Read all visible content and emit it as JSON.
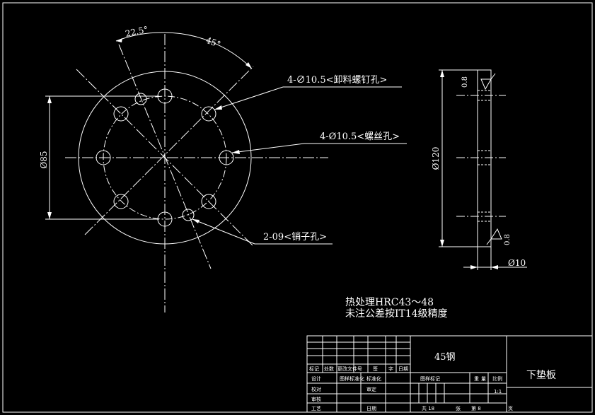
{
  "front_view": {
    "angle_1": "22.5°",
    "angle_2": "45°",
    "callout_unload_screw_holes": "4-∅10.5<卸料螺钉孔>",
    "callout_thread_holes": "4-Ø10.5<螺丝孔>",
    "callout_pin_holes": "2-09<销子孔>",
    "dim_bolt_circle": "Ø85"
  },
  "side_view": {
    "dim_outer": "Ø120",
    "dim_thickness": "Ø10",
    "roughness_top": "0.8",
    "roughness_bottom": "0.8"
  },
  "notes": {
    "line1": "热处理HRC43～48",
    "line2": "未注公差按IT14级精度"
  },
  "title_block": {
    "material": "45钢",
    "part_name": "下垫板",
    "row_headers": [
      "标记",
      "处数",
      "更改文件号",
      "签",
      "字",
      "日期"
    ],
    "sign_rows": [
      {
        "left": "设计",
        "mid": "图样标准化",
        "right": "标准化"
      },
      {
        "left": "校对",
        "mid": "",
        "right": "审定"
      },
      {
        "left": "审核",
        "mid": "",
        "right": ""
      },
      {
        "left": "工艺",
        "mid": "",
        "right": "日期"
      }
    ],
    "stage_mark": "图样标记",
    "weight": "重",
    "mass": "量",
    "scale": "比例",
    "scale_value": "1:1",
    "sheet_total": "共 18",
    "sheet_num": "第 8",
    "sheet_unit": "张",
    "page_unit": "页"
  }
}
